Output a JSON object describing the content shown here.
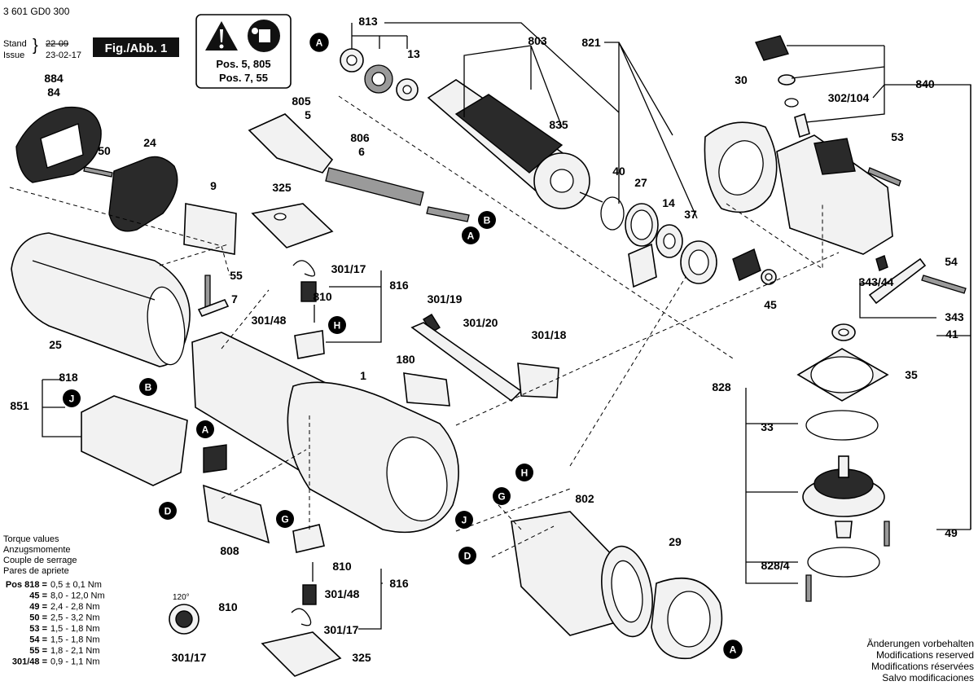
{
  "header": {
    "doc_number": "3 601 GD0 300",
    "stand_label": "Stand",
    "stand_date": "22-09",
    "issue_label": "Issue",
    "issue_date": "23-02-17",
    "fig_label": "Fig./Abb. 1"
  },
  "warning_box": {
    "line1": "Pos. 5, 805",
    "line2": "Pos. 7, 55"
  },
  "part_labels": [
    "884",
    "84",
    "50",
    "24",
    "9",
    "25",
    "813",
    "13",
    "803",
    "835",
    "805",
    "5",
    "806",
    "6",
    "325",
    "55",
    "7",
    "301/17",
    "810",
    "301/48",
    "816",
    "301/19",
    "301/20",
    "301/18",
    "180",
    "1",
    "818",
    "851",
    "821",
    "40",
    "27",
    "14",
    "37",
    "30",
    "840",
    "302/104",
    "53",
    "54",
    "343/44",
    "45",
    "343",
    "41",
    "828",
    "35",
    "33",
    "828/4",
    "49",
    "802",
    "29",
    "808",
    "810",
    "301/48",
    "816",
    "810",
    "301/17",
    "301/17",
    "325"
  ],
  "callouts": [
    "A",
    "B",
    "A",
    "B",
    "J",
    "H",
    "A",
    "D",
    "G",
    "H",
    "G",
    "J",
    "D",
    "A"
  ],
  "torque": {
    "title_lines": [
      "Torque values",
      "Anzugsmomente",
      "Couple de serrage",
      "Pares de apriete"
    ],
    "rows": [
      {
        "pos": "Pos 818 =",
        "value": "0,5 ± 0,1 Nm"
      },
      {
        "pos": "45 =",
        "value": "8,0 - 12,0 Nm"
      },
      {
        "pos": "49 =",
        "value": "2,4 - 2,8 Nm"
      },
      {
        "pos": "50 =",
        "value": "2,5 - 3,2 Nm"
      },
      {
        "pos": "53 =",
        "value": "1,5 - 1,8 Nm"
      },
      {
        "pos": "54 =",
        "value": "1,5 - 1,8 Nm"
      },
      {
        "pos": "55 =",
        "value": "1,8 - 2,1 Nm"
      },
      {
        "pos": "301/48 =",
        "value": "0,9 - 1,1 Nm"
      }
    ]
  },
  "spring_angle": "120°",
  "notes": [
    "Änderungen vorbehalten",
    "Modifications reserved",
    "Modifications réservées",
    "Salvo modificaciones"
  ]
}
